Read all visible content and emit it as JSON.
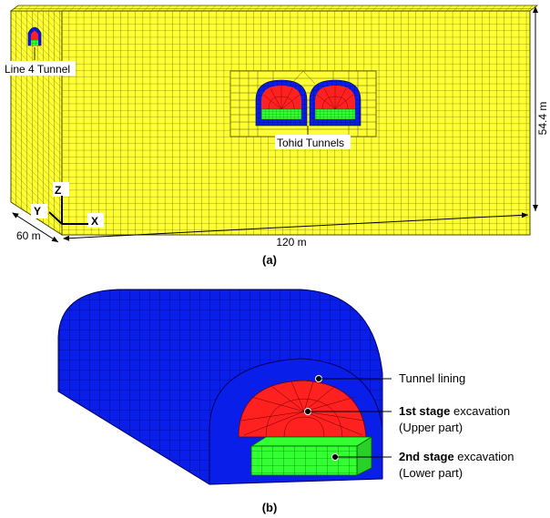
{
  "colors": {
    "mesh_fill": "#ffff33",
    "mesh_line": "#4a4a00",
    "lining": "#0a1eea",
    "upper_excavation": "#ff2020",
    "lower_excavation": "#33ff33",
    "background": "#ffffff"
  },
  "panel_a": {
    "label_line4": "Line 4 Tunnel",
    "label_tohid": "Tohid Tunnels",
    "dim_height": "54.4 m",
    "dim_length": "120 m",
    "dim_width": "60 m",
    "axis_z": "Z",
    "axis_y": "Y",
    "axis_x": "X",
    "caption": "(a)"
  },
  "panel_b": {
    "label_lining": "Tunnel lining",
    "stage1_bold": "1st stage",
    "stage1_rest": " excavation",
    "stage1_sub": "(Upper part)",
    "stage2_bold": "2nd stage",
    "stage2_rest": " excavation",
    "stage2_sub": "(Lower part)",
    "caption": "(b)"
  }
}
